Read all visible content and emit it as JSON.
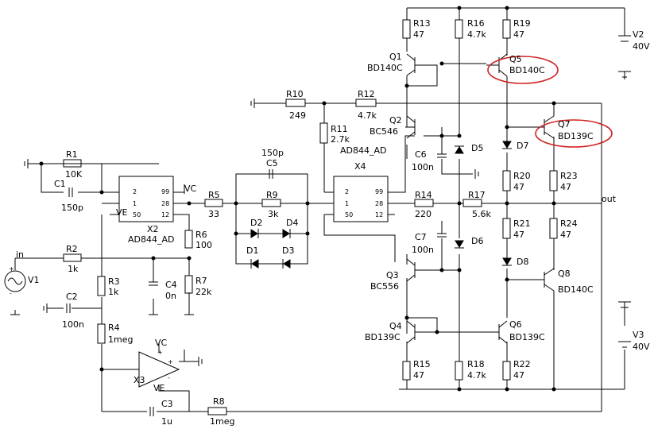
{
  "components": {
    "R1": {
      "name": "R1",
      "value": "10K"
    },
    "C1": {
      "name": "C1",
      "value": "150p"
    },
    "R2": {
      "name": "R2",
      "value": "1k"
    },
    "C2": {
      "name": "C2",
      "value": "100n"
    },
    "V1": {
      "name": "V1",
      "node": "in"
    },
    "X2": {
      "name": "X2",
      "model": "AD844_AD"
    },
    "R3": {
      "name": "R3",
      "value": "1k"
    },
    "C4": {
      "name": "C4",
      "value": "0n"
    },
    "R4": {
      "name": "R4",
      "value": "1meg"
    },
    "R5": {
      "name": "R5",
      "value": "33"
    },
    "R6": {
      "name": "R6",
      "value": "100"
    },
    "R7": {
      "name": "R7",
      "value": "22k"
    },
    "X3": {
      "name": "X3",
      "vc": "VC",
      "ve": "VE"
    },
    "C3": {
      "name": "C3",
      "value": "1u"
    },
    "R8": {
      "name": "R8",
      "value": "1meg"
    },
    "C5": {
      "name": "C5",
      "value": "150p"
    },
    "R9": {
      "name": "R9",
      "value": "3k"
    },
    "D1": {
      "name": "D1"
    },
    "D2": {
      "name": "D2"
    },
    "D3": {
      "name": "D3"
    },
    "D4": {
      "name": "D4"
    },
    "R10": {
      "name": "R10",
      "value": "249"
    },
    "R11": {
      "name": "R11",
      "value": "2.7k"
    },
    "R12": {
      "name": "R12",
      "value": "4.7k"
    },
    "X4": {
      "name": "X4",
      "model": "AD844_AD"
    },
    "R14": {
      "name": "R14",
      "value": "220"
    },
    "R17": {
      "name": "R17",
      "value": "5.6k"
    },
    "Q1": {
      "name": "Q1",
      "model": "BD140C"
    },
    "Q2": {
      "name": "Q2",
      "model": "BC546"
    },
    "Q3": {
      "name": "Q3",
      "model": "BC556"
    },
    "Q4": {
      "name": "Q4",
      "model": "BD139C"
    },
    "Q5": {
      "name": "Q5",
      "model": "BD140C"
    },
    "Q6": {
      "name": "Q6",
      "model": "BD139C"
    },
    "Q7": {
      "name": "Q7",
      "model": "BD139C"
    },
    "Q8": {
      "name": "Q8",
      "model": "BD140C"
    },
    "R13": {
      "name": "R13",
      "value": "47"
    },
    "R16": {
      "name": "R16",
      "value": "4.7k"
    },
    "R19": {
      "name": "R19",
      "value": "47"
    },
    "C6": {
      "name": "C6",
      "value": "100n"
    },
    "C7": {
      "name": "C7",
      "value": "100n"
    },
    "D5": {
      "name": "D5"
    },
    "D6": {
      "name": "D6"
    },
    "D7": {
      "name": "D7"
    },
    "D8": {
      "name": "D8"
    },
    "R15": {
      "name": "R15",
      "value": "47"
    },
    "R18": {
      "name": "R18",
      "value": "4.7k"
    },
    "R20": {
      "name": "R20",
      "value": "47"
    },
    "R21": {
      "name": "R21",
      "value": "47"
    },
    "R22": {
      "name": "R22",
      "value": "47"
    },
    "R23": {
      "name": "R23",
      "value": "47"
    },
    "R24": {
      "name": "R24",
      "value": "47"
    },
    "V2": {
      "name": "V2",
      "value": "40V"
    },
    "V3": {
      "name": "V3",
      "value": "40V"
    }
  },
  "nets": {
    "out": "out",
    "in": "in",
    "vc": "VC",
    "ve": "VE"
  },
  "pins": {
    "p2": "2",
    "p1": "1",
    "p50": "50",
    "p99": "99",
    "p28": "28",
    "p12": "12",
    "plus": "+",
    "minus": "-"
  }
}
